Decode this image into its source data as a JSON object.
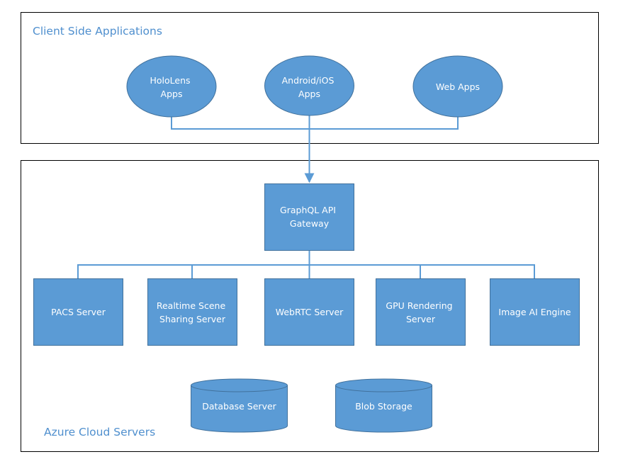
{
  "regions": {
    "client": {
      "label": "Client Side Applications"
    },
    "cloud": {
      "label": "Azure Cloud Servers"
    }
  },
  "clients": [
    {
      "lines": [
        "HoloLens",
        "Apps"
      ]
    },
    {
      "lines": [
        "Android/iOS",
        "Apps"
      ]
    },
    {
      "lines": [
        "Web Apps"
      ]
    }
  ],
  "gateway": {
    "lines": [
      "GraphQL API",
      "Gateway"
    ]
  },
  "servers": [
    {
      "lines": [
        "PACS Server"
      ]
    },
    {
      "lines": [
        "Realtime Scene",
        "Sharing Server"
      ]
    },
    {
      "lines": [
        "WebRTC Server"
      ]
    },
    {
      "lines": [
        "GPU Rendering",
        "Server"
      ]
    },
    {
      "lines": [
        "Image AI Engine"
      ]
    }
  ],
  "storage": [
    {
      "lines": [
        "Database Server"
      ]
    },
    {
      "lines": [
        "Blob Storage"
      ]
    }
  ],
  "colors": {
    "node_fill": "#5b9bd5",
    "node_stroke": "#41719c",
    "label": "#4f8fce",
    "frame": "#000000"
  }
}
